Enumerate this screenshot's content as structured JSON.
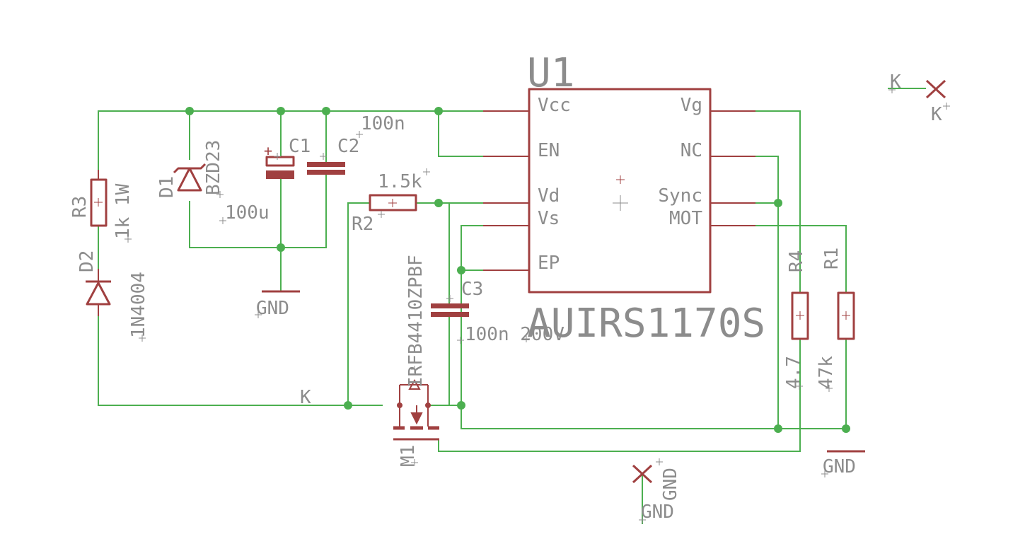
{
  "colors": {
    "wire": "#4caf50",
    "symbol": "#a04040",
    "label": "#8c8c8c",
    "background": "#ffffff"
  },
  "ic": {
    "ref": "U1",
    "part": "AUIRS1170S",
    "pins_left": [
      "Vcc",
      "EN",
      "Vd",
      "Vs",
      "EP"
    ],
    "pins_right": [
      "Vg",
      "NC",
      "Sync",
      "MOT"
    ]
  },
  "components": {
    "R3": {
      "ref": "R3",
      "value": "1k 1W"
    },
    "D2": {
      "ref": "D2",
      "value": "1N4004"
    },
    "D1": {
      "ref": "D1",
      "value": "BZD23"
    },
    "C1": {
      "ref": "C1",
      "value": "100u"
    },
    "C2": {
      "ref": "C2",
      "value": "100n"
    },
    "R2": {
      "ref": "R2",
      "value": "1.5k"
    },
    "C3": {
      "ref": "C3",
      "value": "100n 200V"
    },
    "M1": {
      "ref": "M1",
      "value": "IRFB4410ZPBF"
    },
    "R4": {
      "ref": "R4",
      "value": "4.7"
    },
    "R1": {
      "ref": "R1",
      "value": "47k"
    }
  },
  "nets": {
    "k_wire": "K",
    "k_port": "K",
    "k_port_name": "K",
    "gnd_c1": "GND",
    "gnd_r1": "GND",
    "gnd_port": "GND",
    "gnd_port_name": "GND"
  }
}
